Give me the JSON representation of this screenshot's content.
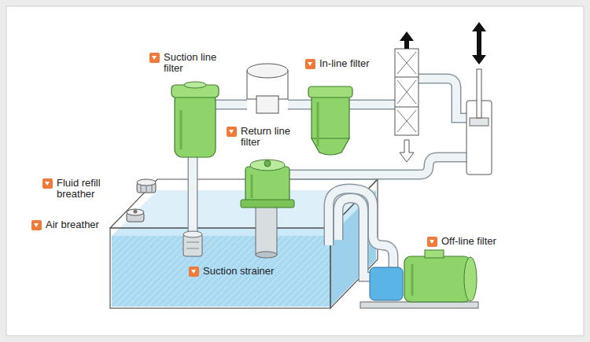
{
  "diagram": {
    "labels": [
      "Suction line filter",
      "In-line filter",
      "Return line filter",
      "Fluid refill breather",
      "Air breather",
      "Suction strainer",
      "Off-line filter"
    ]
  }
}
